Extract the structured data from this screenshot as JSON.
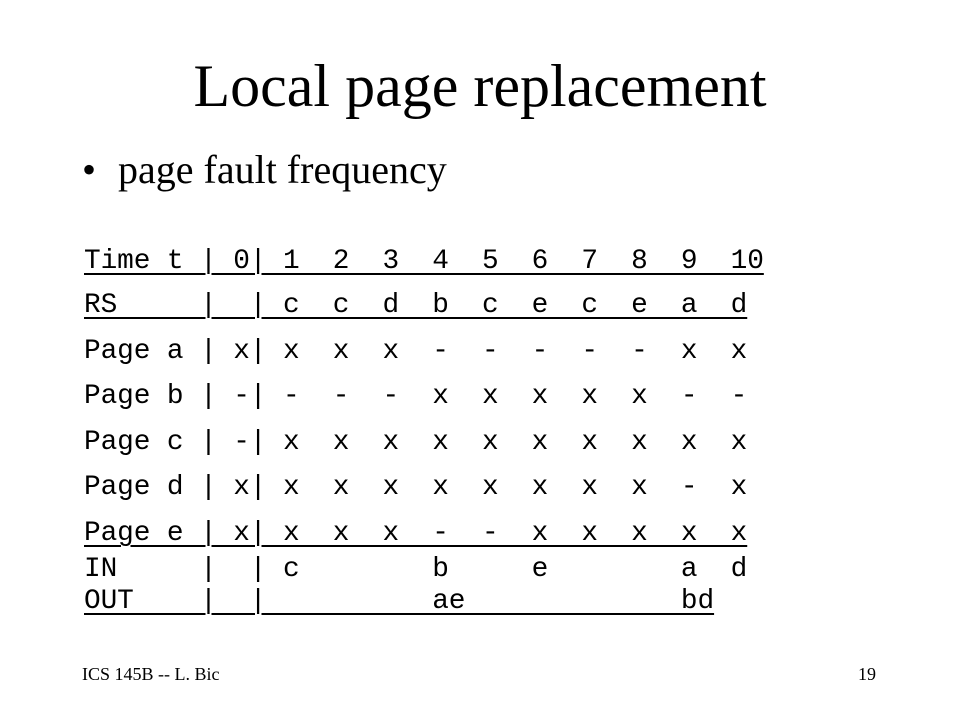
{
  "slide": {
    "title": "Local page replacement",
    "bullet_symbol": "•",
    "bullet": "page fault frequency"
  },
  "table": {
    "lines": [
      "Time t | 0| 1  2  3  4  5  6  7  8  9  10",
      "RS     |  | c  c  d  b  c  e  c  e  a  d",
      "Page a | x| x  x  x  -  -  -  -  -  x  x",
      "Page b | -| -  -  -  x  x  x  x  x  -  -",
      "Page c | -| x  x  x  x  x  x  x  x  x  x",
      "Page d | x| x  x  x  x  x  x  x  x  -  x",
      "Page e | x| x  x  x  -  -  x  x  x  x  x",
      "IN     |  | c        b     e        a  d",
      "OUT    |  |          ae             bd"
    ]
  },
  "footer": {
    "course": "ICS 145B -- L. Bic",
    "page_number": "19"
  }
}
